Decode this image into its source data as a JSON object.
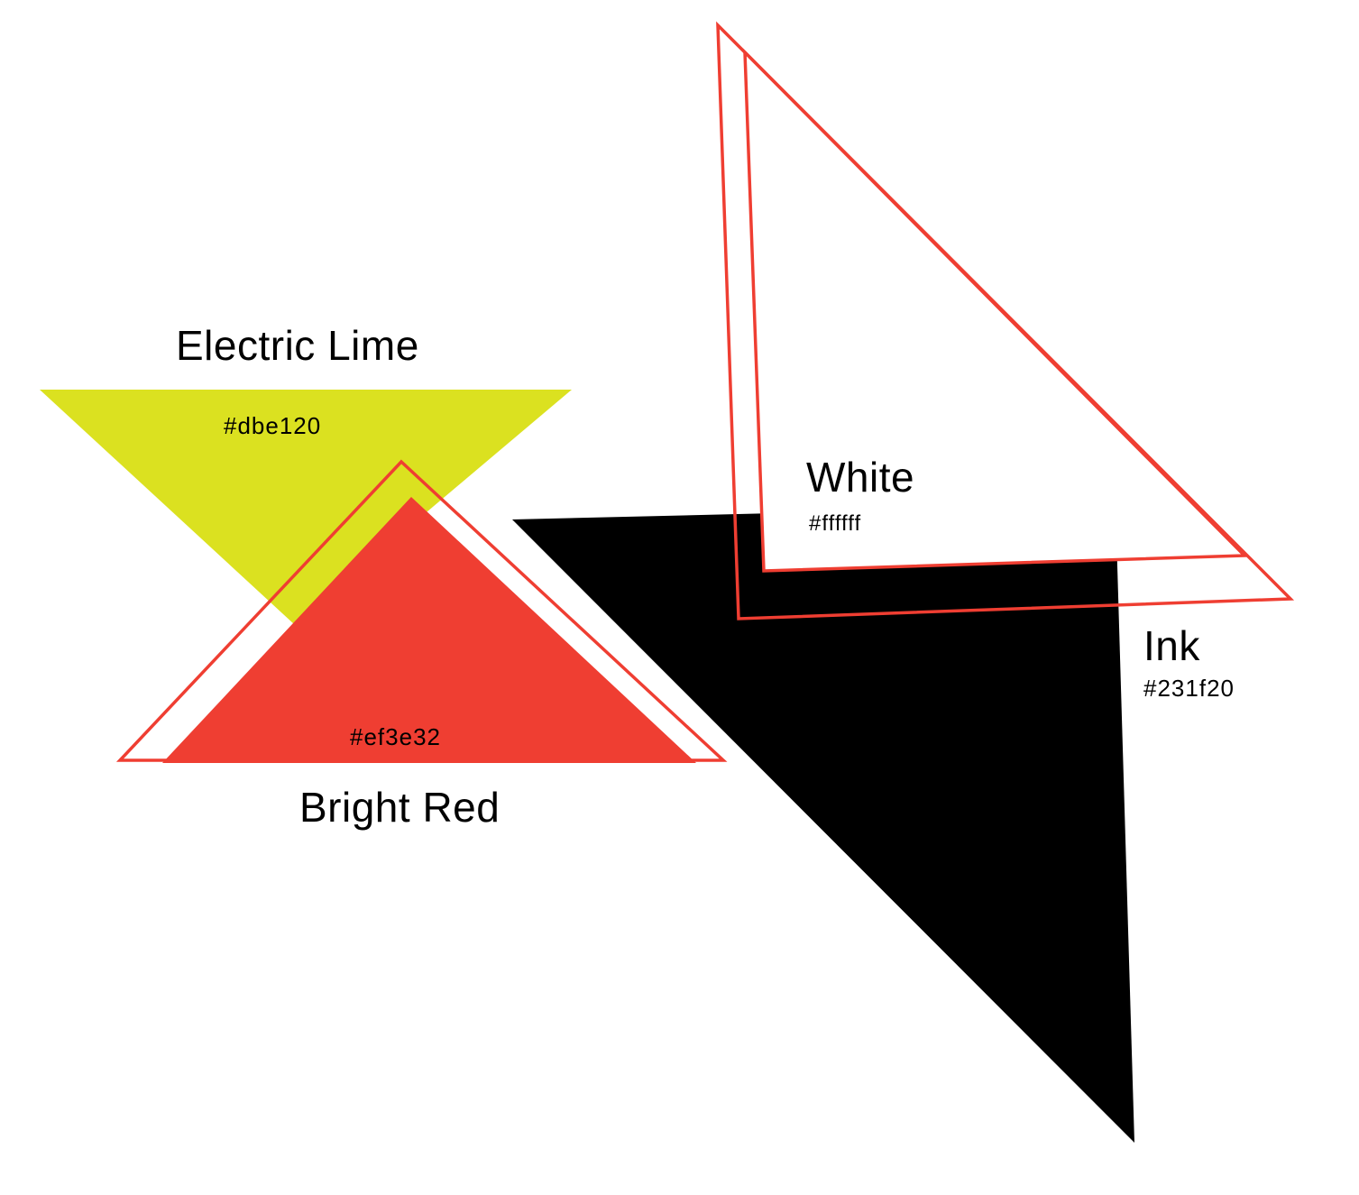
{
  "swatches": [
    {
      "key": "lime",
      "name": "Electric Lime",
      "hex": "#dbe120"
    },
    {
      "key": "red",
      "name": "Bright Red",
      "hex": "#ef3e32"
    },
    {
      "key": "white",
      "name": "White",
      "hex": "#ffffff"
    },
    {
      "key": "ink",
      "name": "Ink",
      "hex": "#231f20"
    }
  ],
  "colors": {
    "background": "#ffffff",
    "outline": "#ef3e32",
    "lime_fill": "#dbe120",
    "red_fill": "#ef3e32",
    "white_fill": "#ffffff",
    "ink_fill": "#000000",
    "text": "#000000"
  }
}
